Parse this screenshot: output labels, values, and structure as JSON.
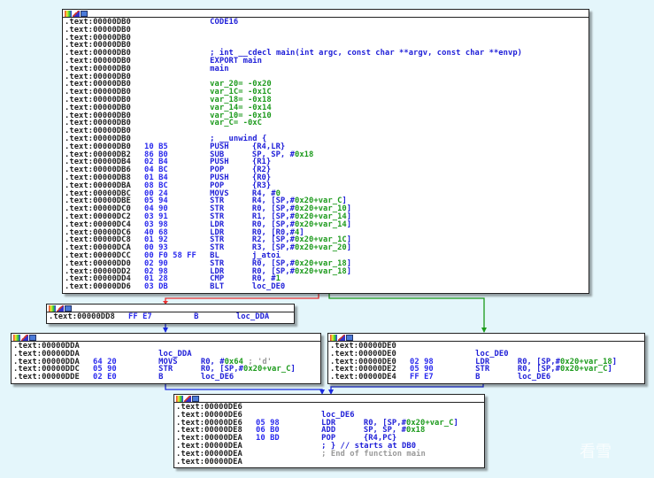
{
  "watermark": "看雪",
  "edge_colors": {
    "false_branch": "#e83030",
    "true_branch": "#1a9a1a",
    "jump": "#1a2ae0"
  },
  "blocks": [
    {
      "id": "main",
      "lines": [
        {
          "a": ".text:00000DB0",
          "m": "CODE16",
          "mc": "k"
        },
        {
          "a": ".text:00000DB0"
        },
        {
          "a": ".text:00000DB0"
        },
        {
          "a": ".text:00000DB0"
        },
        {
          "a": ".text:00000DB0",
          "m": "; int __cdecl main(int argc, const char **argv, const char **envp)",
          "mc": "k"
        },
        {
          "a": ".text:00000DB0",
          "m": "EXPORT main",
          "mc": "k"
        },
        {
          "a": ".text:00000DB0",
          "m": "main",
          "mc": "k"
        },
        {
          "a": ".text:00000DB0"
        },
        {
          "a": ".text:00000DB0",
          "m": "var_20= -0x20",
          "mc": "g"
        },
        {
          "a": ".text:00000DB0",
          "m": "var_1C= -0x1C",
          "mc": "g"
        },
        {
          "a": ".text:00000DB0",
          "m": "var_18= -0x18",
          "mc": "g"
        },
        {
          "a": ".text:00000DB0",
          "m": "var_14= -0x14",
          "mc": "g"
        },
        {
          "a": ".text:00000DB0",
          "m": "var_10= -0x10",
          "mc": "g"
        },
        {
          "a": ".text:00000DB0",
          "m": "var_C= -0xC",
          "mc": "g"
        },
        {
          "a": ".text:00000DB0"
        },
        {
          "a": ".text:00000DB0",
          "m": "; __unwind {",
          "mc": "k"
        },
        {
          "a": ".text:00000DB0",
          "b": "10 B5",
          "m": "PUSH",
          "mc": "k",
          "o": [
            [
              "{R4,LR}",
              "k"
            ]
          ]
        },
        {
          "a": ".text:00000DB2",
          "b": "86 B0",
          "m": "SUB",
          "mc": "k",
          "o": [
            [
              "SP, SP, #",
              "k"
            ],
            [
              "0x18",
              "g"
            ]
          ]
        },
        {
          "a": ".text:00000DB4",
          "b": "02 B4",
          "m": "PUSH",
          "mc": "k",
          "o": [
            [
              "{R1}",
              "k"
            ]
          ]
        },
        {
          "a": ".text:00000DB6",
          "b": "04 BC",
          "m": "POP",
          "mc": "k",
          "o": [
            [
              "{R2}",
              "k"
            ]
          ]
        },
        {
          "a": ".text:00000DB8",
          "b": "01 B4",
          "m": "PUSH",
          "mc": "k",
          "o": [
            [
              "{R0}",
              "k"
            ]
          ]
        },
        {
          "a": ".text:00000DBA",
          "b": "08 BC",
          "m": "POP",
          "mc": "k",
          "o": [
            [
              "{R3}",
              "k"
            ]
          ]
        },
        {
          "a": ".text:00000DBC",
          "b": "00 24",
          "m": "MOVS",
          "mc": "k",
          "o": [
            [
              "R4, #",
              "k"
            ],
            [
              "0",
              "g"
            ]
          ]
        },
        {
          "a": ".text:00000DBE",
          "b": "05 94",
          "m": "STR",
          "mc": "k",
          "o": [
            [
              "R4, [SP,#",
              "k"
            ],
            [
              "0x20+var_C",
              "g"
            ],
            [
              "]",
              "k"
            ]
          ]
        },
        {
          "a": ".text:00000DC0",
          "b": "04 90",
          "m": "STR",
          "mc": "k",
          "o": [
            [
              "R0, [SP,#",
              "k"
            ],
            [
              "0x20+var_10",
              "g"
            ],
            [
              "]",
              "k"
            ]
          ]
        },
        {
          "a": ".text:00000DC2",
          "b": "03 91",
          "m": "STR",
          "mc": "k",
          "o": [
            [
              "R1, [SP,#",
              "k"
            ],
            [
              "0x20+var_14",
              "g"
            ],
            [
              "]",
              "k"
            ]
          ]
        },
        {
          "a": ".text:00000DC4",
          "b": "03 98",
          "m": "LDR",
          "mc": "k",
          "o": [
            [
              "R0, [SP,#",
              "k"
            ],
            [
              "0x20+var_14",
              "g"
            ],
            [
              "]",
              "k"
            ]
          ]
        },
        {
          "a": ".text:00000DC6",
          "b": "40 68",
          "m": "LDR",
          "mc": "k",
          "o": [
            [
              "R0, [R0,#",
              "k"
            ],
            [
              "4",
              "g"
            ],
            [
              "]",
              "k"
            ]
          ]
        },
        {
          "a": ".text:00000DC8",
          "b": "01 92",
          "m": "STR",
          "mc": "k",
          "o": [
            [
              "R2, [SP,#",
              "k"
            ],
            [
              "0x20+var_1C",
              "g"
            ],
            [
              "]",
              "k"
            ]
          ]
        },
        {
          "a": ".text:00000DCA",
          "b": "00 93",
          "m": "STR",
          "mc": "k",
          "o": [
            [
              "R3, [SP,#",
              "k"
            ],
            [
              "0x20+var_20",
              "g"
            ],
            [
              "]",
              "k"
            ]
          ]
        },
        {
          "a": ".text:00000DCC",
          "b": "00 F0 58 FF",
          "m": "BL",
          "mc": "k",
          "o": [
            [
              "j_atoi",
              "k"
            ]
          ]
        },
        {
          "a": ".text:00000DD0",
          "b": "02 90",
          "m": "STR",
          "mc": "k",
          "o": [
            [
              "R0, [SP,#",
              "k"
            ],
            [
              "0x20+var_18",
              "g"
            ],
            [
              "]",
              "k"
            ]
          ]
        },
        {
          "a": ".text:00000DD2",
          "b": "02 98",
          "m": "LDR",
          "mc": "k",
          "o": [
            [
              "R0, [SP,#",
              "k"
            ],
            [
              "0x20+var_18",
              "g"
            ],
            [
              "]",
              "k"
            ]
          ]
        },
        {
          "a": ".text:00000DD4",
          "b": "01 28",
          "m": "CMP",
          "mc": "k",
          "o": [
            [
              "R0, #",
              "k"
            ],
            [
              "1",
              "g"
            ]
          ]
        },
        {
          "a": ".text:00000DD6",
          "b": "03 DB",
          "m": "BLT",
          "mc": "k",
          "o": [
            [
              "loc_DE0",
              "k"
            ]
          ]
        }
      ]
    },
    {
      "id": "dd8",
      "lines": [
        {
          "a": ".text:00000DD8",
          "b": "FF E7",
          "m": "B",
          "mc": "k",
          "o": [
            [
              "loc_DDA",
              "k"
            ]
          ]
        }
      ]
    },
    {
      "id": "dda",
      "lines": [
        {
          "a": ".text:00000DDA"
        },
        {
          "a": ".text:00000DDA",
          "m": "loc_DDA",
          "mc": "k"
        },
        {
          "a": ".text:00000DDA",
          "b": "64 20",
          "m": "MOVS",
          "mc": "k",
          "o": [
            [
              "R0, #",
              "k"
            ],
            [
              "0x64",
              "g"
            ],
            [
              " ; 'd'",
              "c"
            ]
          ]
        },
        {
          "a": ".text:00000DDC",
          "b": "05 90",
          "m": "STR",
          "mc": "k",
          "o": [
            [
              "R0, [SP,#",
              "k"
            ],
            [
              "0x20+var_C",
              "g"
            ],
            [
              "]",
              "k"
            ]
          ]
        },
        {
          "a": ".text:00000DDE",
          "b": "02 E0",
          "m": "B",
          "mc": "k",
          "o": [
            [
              "loc_DE6",
              "k"
            ]
          ]
        }
      ]
    },
    {
      "id": "de0",
      "lines": [
        {
          "a": ".text:00000DE0"
        },
        {
          "a": ".text:00000DE0",
          "m": "loc_DE0",
          "mc": "k"
        },
        {
          "a": ".text:00000DE0",
          "b": "02 98",
          "m": "LDR",
          "mc": "k",
          "o": [
            [
              "R0, [SP,#",
              "k"
            ],
            [
              "0x20+var_18",
              "g"
            ],
            [
              "]",
              "k"
            ]
          ]
        },
        {
          "a": ".text:00000DE2",
          "b": "05 90",
          "m": "STR",
          "mc": "k",
          "o": [
            [
              "R0, [SP,#",
              "k"
            ],
            [
              "0x20+var_C",
              "g"
            ],
            [
              "]",
              "k"
            ]
          ]
        },
        {
          "a": ".text:00000DE4",
          "b": "FF E7",
          "m": "B",
          "mc": "k",
          "o": [
            [
              "loc_DE6",
              "k"
            ]
          ]
        }
      ]
    },
    {
      "id": "de6",
      "lines": [
        {
          "a": ".text:00000DE6"
        },
        {
          "a": ".text:00000DE6",
          "m": "loc_DE6",
          "mc": "k"
        },
        {
          "a": ".text:00000DE6",
          "b": "05 98",
          "m": "LDR",
          "mc": "k",
          "o": [
            [
              "R0, [SP,#",
              "k"
            ],
            [
              "0x20+var_C",
              "g"
            ],
            [
              "]",
              "k"
            ]
          ]
        },
        {
          "a": ".text:00000DE8",
          "b": "06 B0",
          "m": "ADD",
          "mc": "k",
          "o": [
            [
              "SP, SP, #",
              "k"
            ],
            [
              "0x18",
              "g"
            ]
          ]
        },
        {
          "a": ".text:00000DEA",
          "b": "10 BD",
          "m": "POP",
          "mc": "k",
          "o": [
            [
              "{R4,PC}",
              "k"
            ]
          ]
        },
        {
          "a": ".text:00000DEA",
          "m": "; } // starts at DB0",
          "mc": "k"
        },
        {
          "a": ".text:00000DEA",
          "m": "; End of function main",
          "mc": "c"
        },
        {
          "a": ".text:00000DEA"
        }
      ]
    }
  ]
}
